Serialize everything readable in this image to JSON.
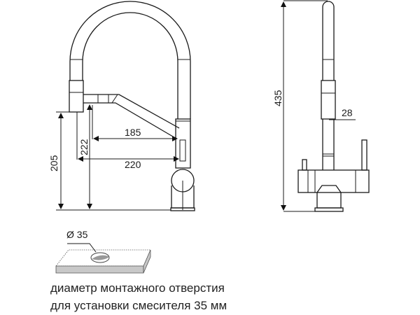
{
  "dimensions": {
    "height_205": "205",
    "height_222": "222",
    "reach_185": "185",
    "reach_220": "220",
    "total_height_435": "435",
    "diameter_28": "28",
    "hole_diameter": "Ø 35"
  },
  "caption": {
    "line1": "диаметр монтажного отверстия",
    "line2": "для установки смесителя 35 мм"
  }
}
